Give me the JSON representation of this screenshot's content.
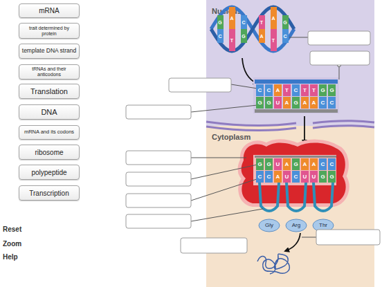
{
  "diagram": {
    "nodes": [
      {
        "text": [
          "mRNA"
        ]
      },
      {
        "text": [
          "trait determined by protein"
        ]
      },
      {
        "text": [
          "template DNA strand"
        ]
      },
      {
        "text": [
          "tRNAs and their anticodons"
        ]
      },
      {
        "text": [
          "Translation"
        ]
      },
      {
        "text": [
          "DNA"
        ]
      },
      {
        "text": [
          "mRNA and its codons"
        ]
      },
      {
        "text": [
          "ribosome"
        ]
      },
      {
        "text": [
          "polypeptide"
        ]
      },
      {
        "text": [
          "Transcription"
        ]
      },
      {
        "text": [
          "Nucleus"
        ]
      },
      {
        "text": [
          "Cytoplasm"
        ]
      }
    ],
    "labels": [
      "Reset",
      "Zoom",
      "Help",
      "G",
      "C",
      "A",
      "T",
      "C",
      "G",
      "T",
      "A",
      "A",
      "T",
      "G",
      "C",
      "C",
      "C",
      "A",
      "T",
      "C",
      "T",
      "T",
      "G",
      "G",
      "G",
      "G",
      "U",
      "A",
      "G",
      "A",
      "A",
      "C",
      "C",
      "G",
      "G",
      "U",
      "A",
      "G",
      "A",
      "A",
      "C",
      "C",
      "C",
      "C",
      "A",
      "U",
      "C",
      "U",
      "U",
      "G",
      "G",
      "Gly",
      "Arg",
      "Thr"
    ]
  }
}
